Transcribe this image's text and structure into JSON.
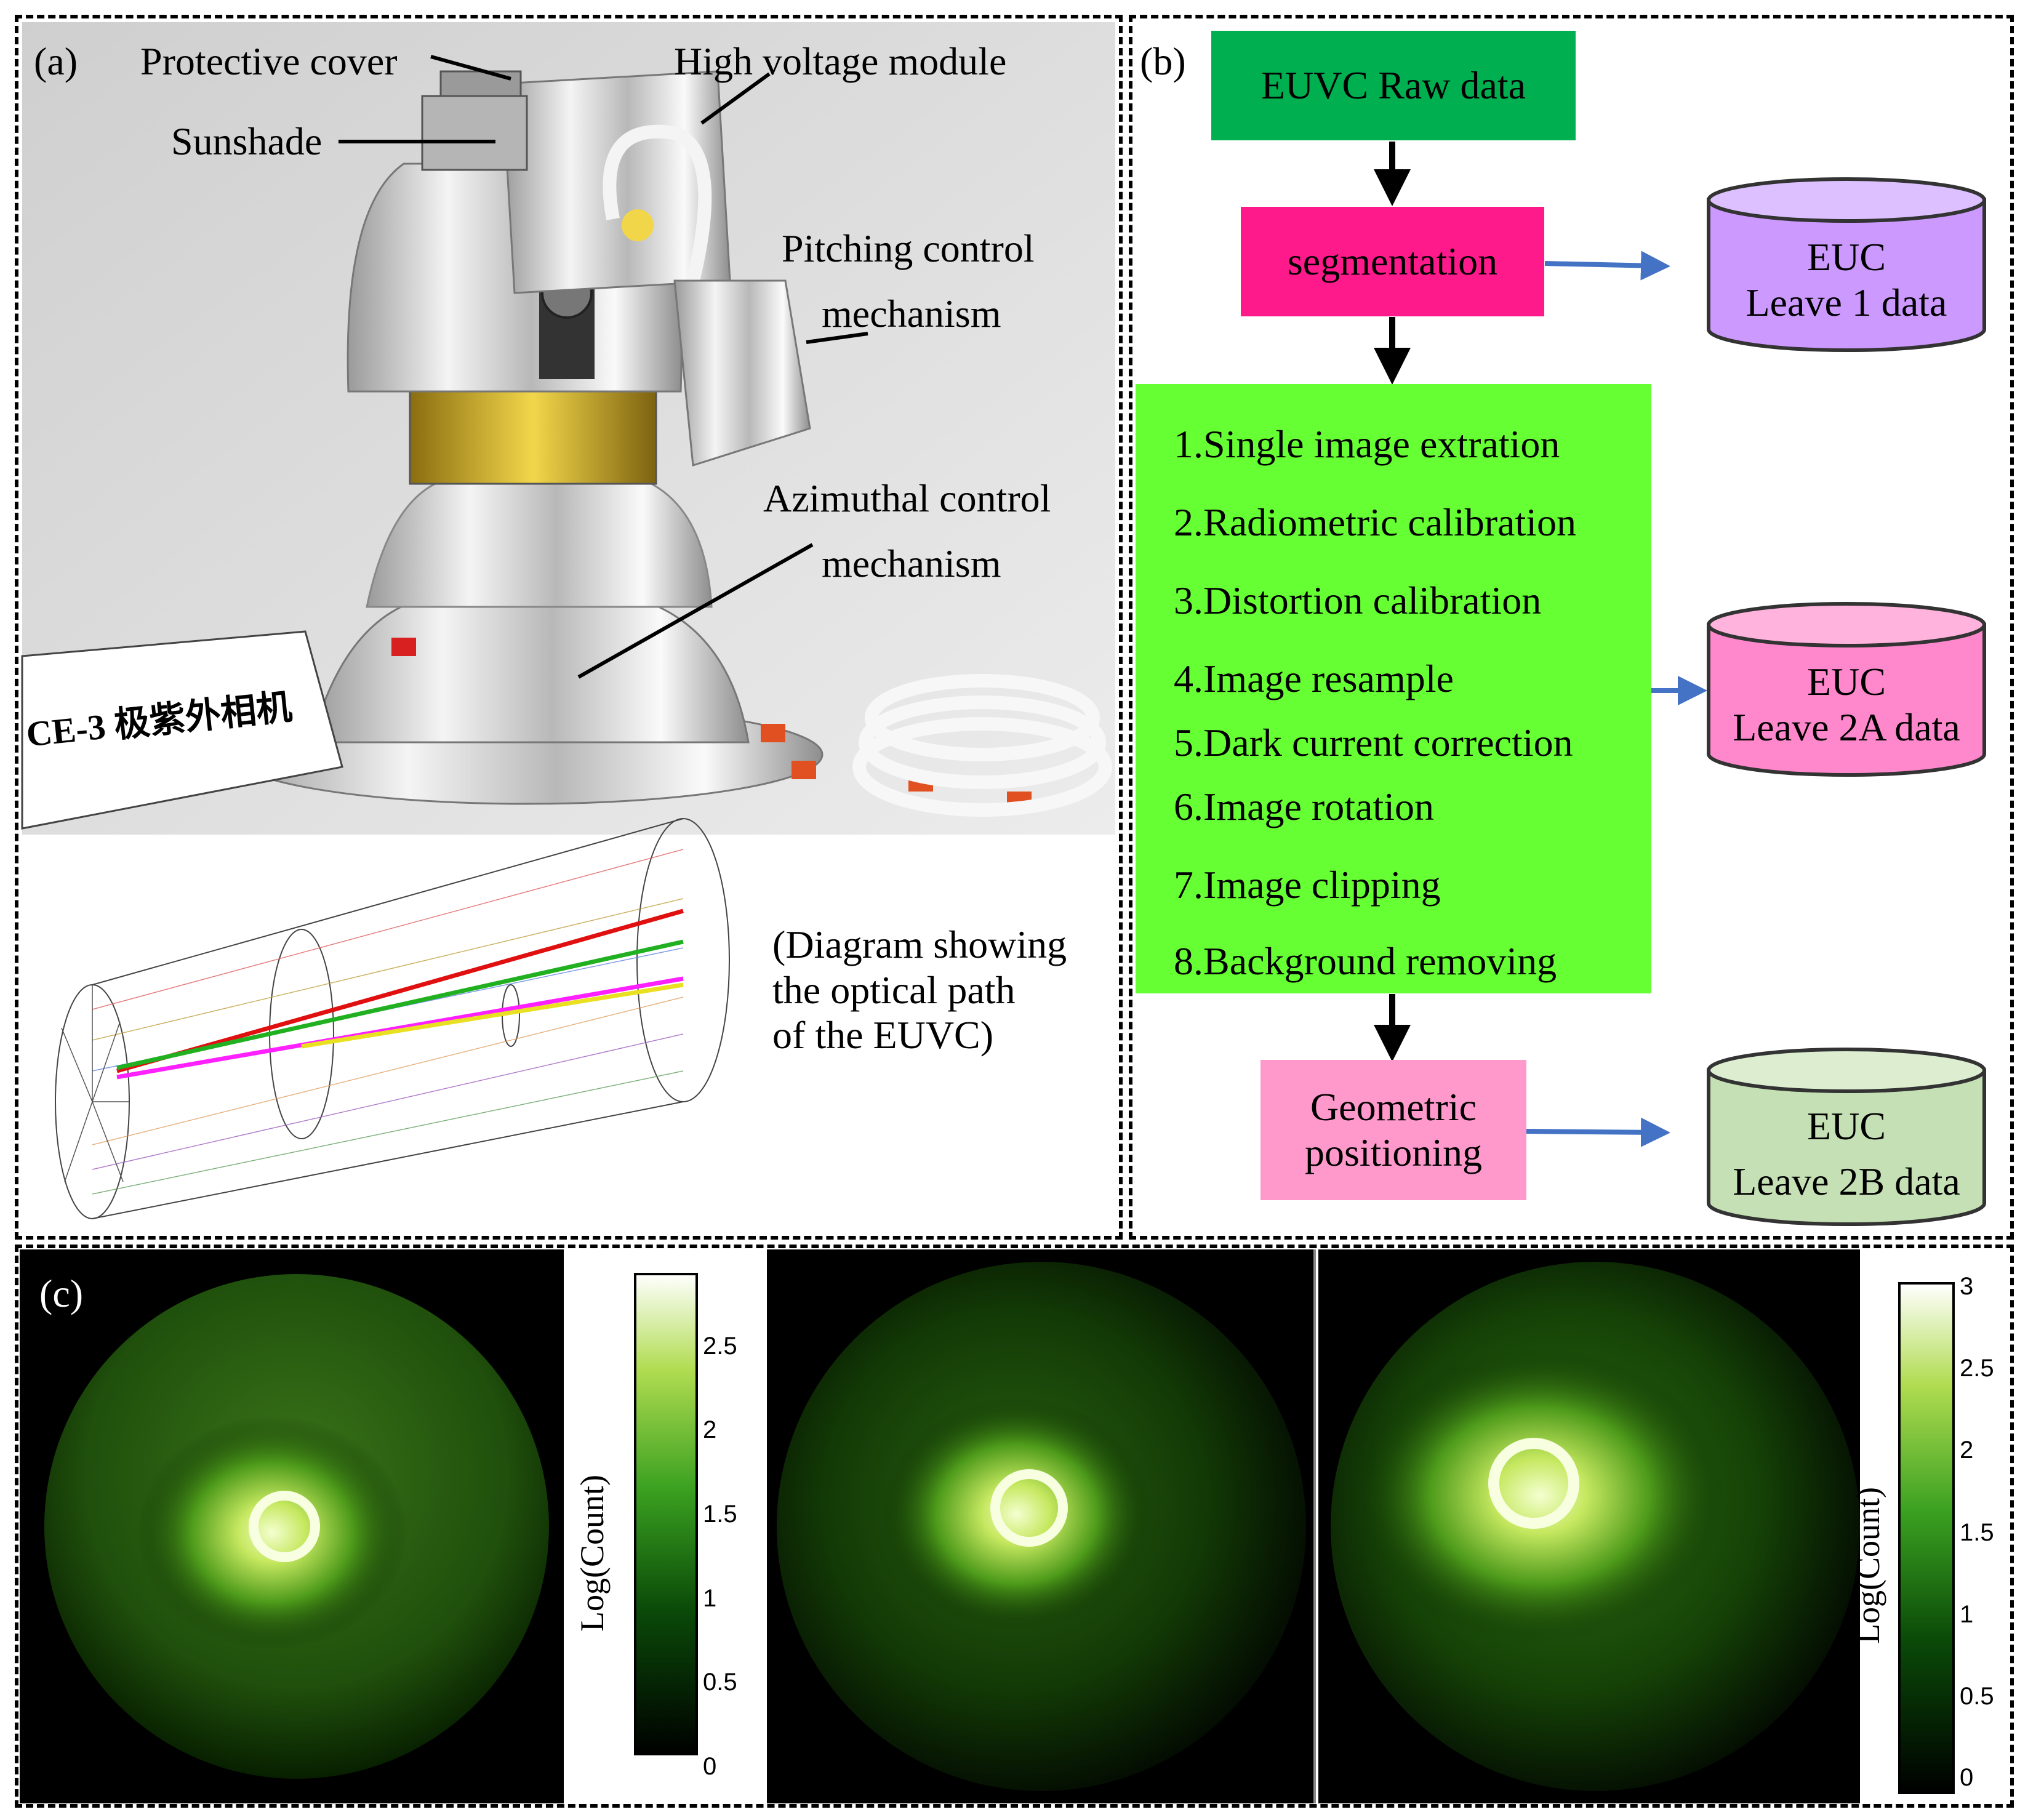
{
  "panel_a": {
    "tag": "(a)",
    "labels": {
      "protective_cover": "Protective cover",
      "high_voltage": "High voltage module",
      "sunshade": "Sunshade",
      "pitching_1": "Pitching control",
      "pitching_2": "mechanism",
      "azimuthal_1": "Azimuthal control",
      "azimuthal_2": "mechanism",
      "sign": "CE-3 极紫外相机"
    },
    "optics_caption": [
      "(Diagram showing",
      "the optical path",
      "of the EUVC)"
    ]
  },
  "panel_b": {
    "tag": "(b)",
    "raw": "EUVC Raw data",
    "segmentation": "segmentation",
    "steps": [
      "1.Single image extration",
      "2.Radiometric calibration",
      "3.Distortion calibration",
      "4.Image resample",
      "5.Dark current correction",
      "6.Image rotation",
      "7.Image clipping",
      "8.Background removing"
    ],
    "geometric": [
      "Geometric",
      "positioning"
    ],
    "leave1": [
      "EUC",
      "Leave 1 data"
    ],
    "leave2a": [
      "EUC",
      "Leave 2A data"
    ],
    "leave2b": [
      "EUC",
      "Leave 2B data"
    ],
    "colors": {
      "raw": "#00b050",
      "segmentation": "#ff1a8c",
      "steps": "#66ff33",
      "geometric": "#ff99cc",
      "leave1": "#cc99ff",
      "leave2a": "#ff88cc",
      "leave2b": "#c5e0b4",
      "arrow_blue": "#4472c4"
    }
  },
  "panel_c": {
    "tag": "(c)",
    "colorbar_left": {
      "title": "Log(Count)",
      "ticks": [
        "2.5",
        "2",
        "1.5",
        "1",
        "0.5",
        "0"
      ]
    },
    "colorbar_right": {
      "title": "Log(Count)",
      "ticks": [
        "3",
        "2.5",
        "2",
        "1.5",
        "1",
        "0.5",
        "0"
      ]
    }
  }
}
